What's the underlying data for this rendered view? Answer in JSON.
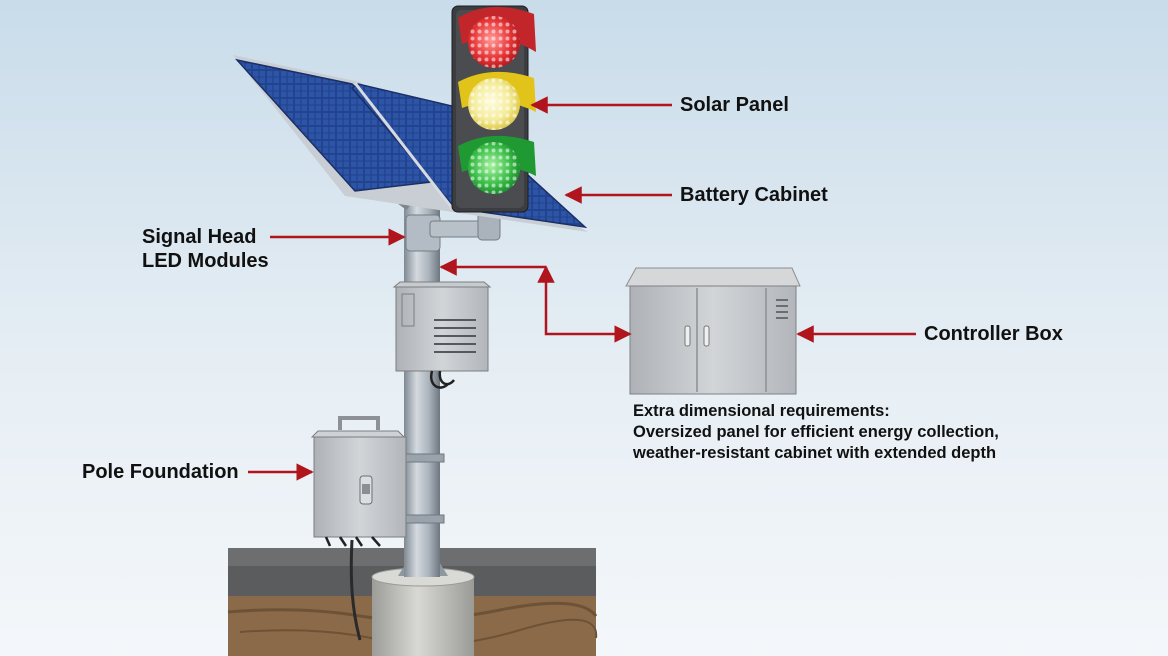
{
  "labels": {
    "solar_panel": "Solar Panel",
    "battery_cabinet": "Battery Cabinet",
    "signal_head_line1": "Signal Head",
    "signal_head_line2": "LED Modules",
    "controller_box": "Controller Box",
    "pole_foundation": "Pole Foundation"
  },
  "note": {
    "line1": "Extra dimensional requirements:",
    "line2": "Oversized panel for efficient energy collection,",
    "line3": "weather-resistant cabinet with extended depth"
  },
  "colors": {
    "arrow": "#b0141c",
    "sky_top": "#c9dcea",
    "sky_bottom": "#f4f7fa",
    "panel_blue": "#22418a",
    "pole_gray": "#aab4bd",
    "cabinet_gray": "#c4c7ca",
    "signal_red": "#e0282c",
    "signal_yellow": "#f2d21c",
    "signal_green": "#24a336",
    "soil": "#8a6a49",
    "concrete": "#c5c5c2"
  }
}
